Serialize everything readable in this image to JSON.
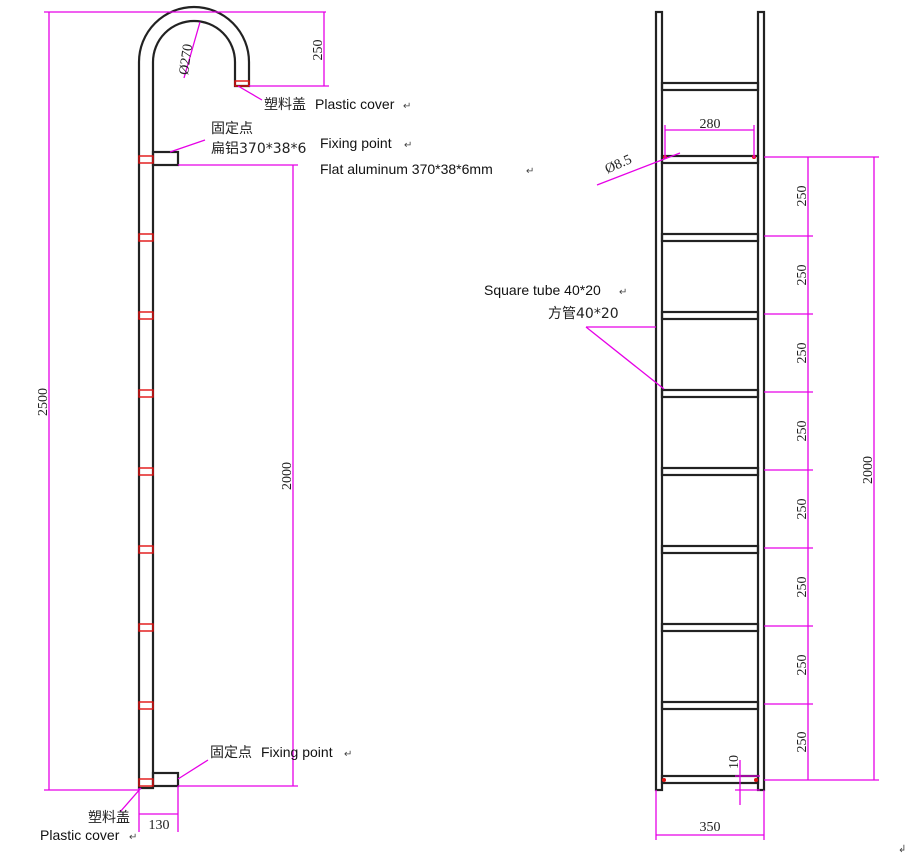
{
  "left_view": {
    "dims": {
      "total_height": "2500",
      "hook_diameter": "Ø270",
      "hook_height": "250",
      "fixing_span": "2000",
      "offset": "130"
    },
    "labels": {
      "top_cover_cn": "塑料盖",
      "top_cover_en": "Plastic cover",
      "top_fix_cn": "固定点",
      "flat_al_cn": "扁铝370*38*6",
      "top_fix_en": "Fixing point",
      "flat_al_en": "Flat aluminum 370*38*6mm",
      "bottom_fix_cn": "固定点",
      "bottom_fix_en": "Fixing point",
      "bottom_cover_cn": "塑料盖",
      "bottom_cover_en": "Plastic cover"
    }
  },
  "right_view": {
    "dims": {
      "inner_width": "280",
      "hole_diameter": "Ø8.5",
      "rung_spacing": [
        "250",
        "250",
        "250",
        "250",
        "250",
        "250",
        "250",
        "250"
      ],
      "total_span": "2000",
      "bottom_offset": "10",
      "outer_width": "350"
    },
    "labels": {
      "square_tube_en": "Square tube 40*20",
      "square_tube_cn": "方管40*20"
    }
  },
  "colors": {
    "dimension": "#e600e6",
    "outline": "#222222",
    "marker": "#e01010"
  }
}
